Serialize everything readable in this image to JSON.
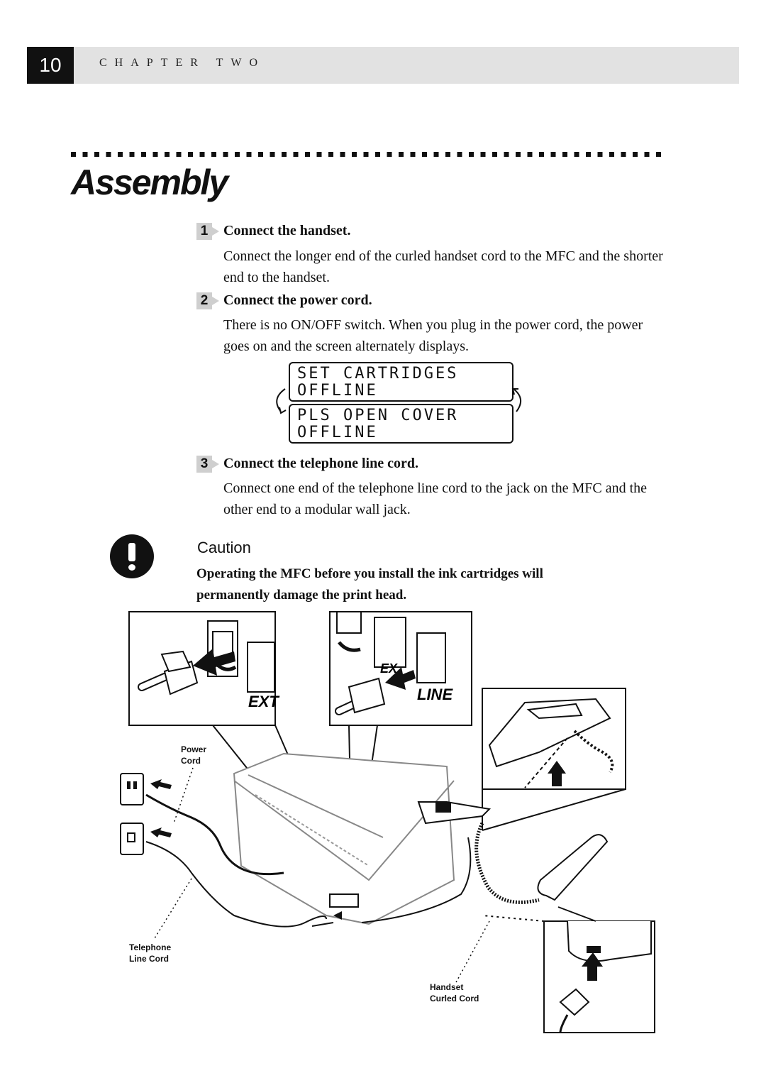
{
  "header": {
    "page_number": "10",
    "chapter": "CHAPTER TWO"
  },
  "title": "Assembly",
  "steps": [
    {
      "num": "1",
      "heading": "Connect the handset.",
      "text": "Connect the longer end of the curled handset cord to the MFC and the shorter end to the handset."
    },
    {
      "num": "2",
      "heading": "Connect the power cord.",
      "text": "There is no ON/OFF switch. When you plug in the power cord, the power goes on and the screen alternately displays."
    },
    {
      "num": "3",
      "heading": "Connect the telephone line cord.",
      "text": "Connect one end of the telephone line cord to the jack on the MFC and the other end to a modular wall jack."
    }
  ],
  "lcd_screens": [
    {
      "line1": "SET CARTRIDGES",
      "line2": "OFFLINE"
    },
    {
      "line1": "PLS OPEN COVER",
      "line2": "OFFLINE"
    }
  ],
  "caution": {
    "icon": "exclamation-icon",
    "title": "Caution",
    "text": "Operating the MFC before you install the ink cartridges will permanently damage the print head."
  },
  "figure": {
    "labels": {
      "ext": "EXT",
      "ext_partial": "EX",
      "line": "LINE",
      "power_cord": [
        "Power",
        "Cord"
      ],
      "telephone_line_cord": [
        "Telephone",
        "Line Cord"
      ],
      "handset_curled_cord": [
        "Handset",
        "Curled Cord"
      ]
    }
  }
}
